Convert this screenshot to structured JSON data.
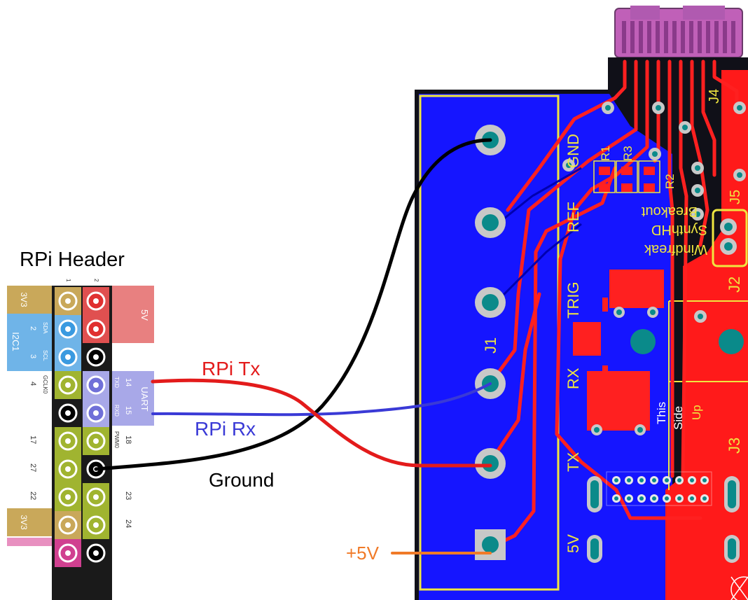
{
  "header_title": "RPi Header",
  "rpi_left_labels": [
    "3V3",
    "I2C1",
    "3V3"
  ],
  "rpi_right_labels": [
    "5V",
    "UART"
  ],
  "rpi_pin_numbers_left": [
    "2",
    "3",
    "4",
    "17",
    "27",
    "22"
  ],
  "rpi_pin_numbers_right": [
    "14",
    "15",
    "18",
    "23",
    "24"
  ],
  "rpi_func_labels": [
    "SDA",
    "SCL",
    "GCLK0",
    "TXD",
    "RXD",
    "PWM0"
  ],
  "rpi_top_numbers": [
    "1",
    "2"
  ],
  "wires": {
    "tx_label": "RPi Tx",
    "rx_label": "RPi Rx",
    "ground_label": "Ground",
    "power_label": "+5V"
  },
  "pcb": {
    "j1_pin_labels": [
      "GND",
      "REF",
      "TRIG",
      "RX",
      "TX",
      "5V"
    ],
    "connector_j1": "J1",
    "connector_j2": "J2",
    "connector_j3": "J3",
    "connector_j4": "J4",
    "connector_j5": "J5",
    "resistors": [
      "R1",
      "R3",
      "R2"
    ],
    "board_text": [
      "Breakout",
      "SynthHD",
      "Windfreak"
    ],
    "side_text": [
      "This",
      "Side",
      "Up"
    ]
  },
  "colors": {
    "board_blue": "#1515ff",
    "copper_red": "#ff1a1a",
    "pad_teal": "#0a8a8a",
    "silk_yellow": "#f0e640",
    "wire_tx": "#e31b1b",
    "wire_rx": "#3a3ad6",
    "wire_ground": "#000000",
    "wire_power": "#f07a28"
  }
}
